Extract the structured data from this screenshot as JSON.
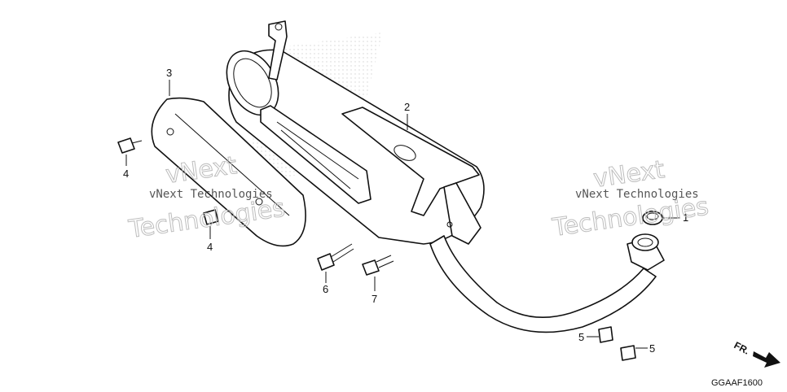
{
  "diagram": {
    "callouts": {
      "c1": "1",
      "c2": "2",
      "c3": "3",
      "c4a": "4",
      "c4b": "4",
      "c5a": "5",
      "c5b": "5",
      "c6": "6",
      "c7": "7"
    },
    "watermark": {
      "line1": "vNext Technologies",
      "line2": "Technologies",
      "line3": "vNext"
    },
    "direction_label": "FR.",
    "drawing_code": "GGAAF1600"
  }
}
